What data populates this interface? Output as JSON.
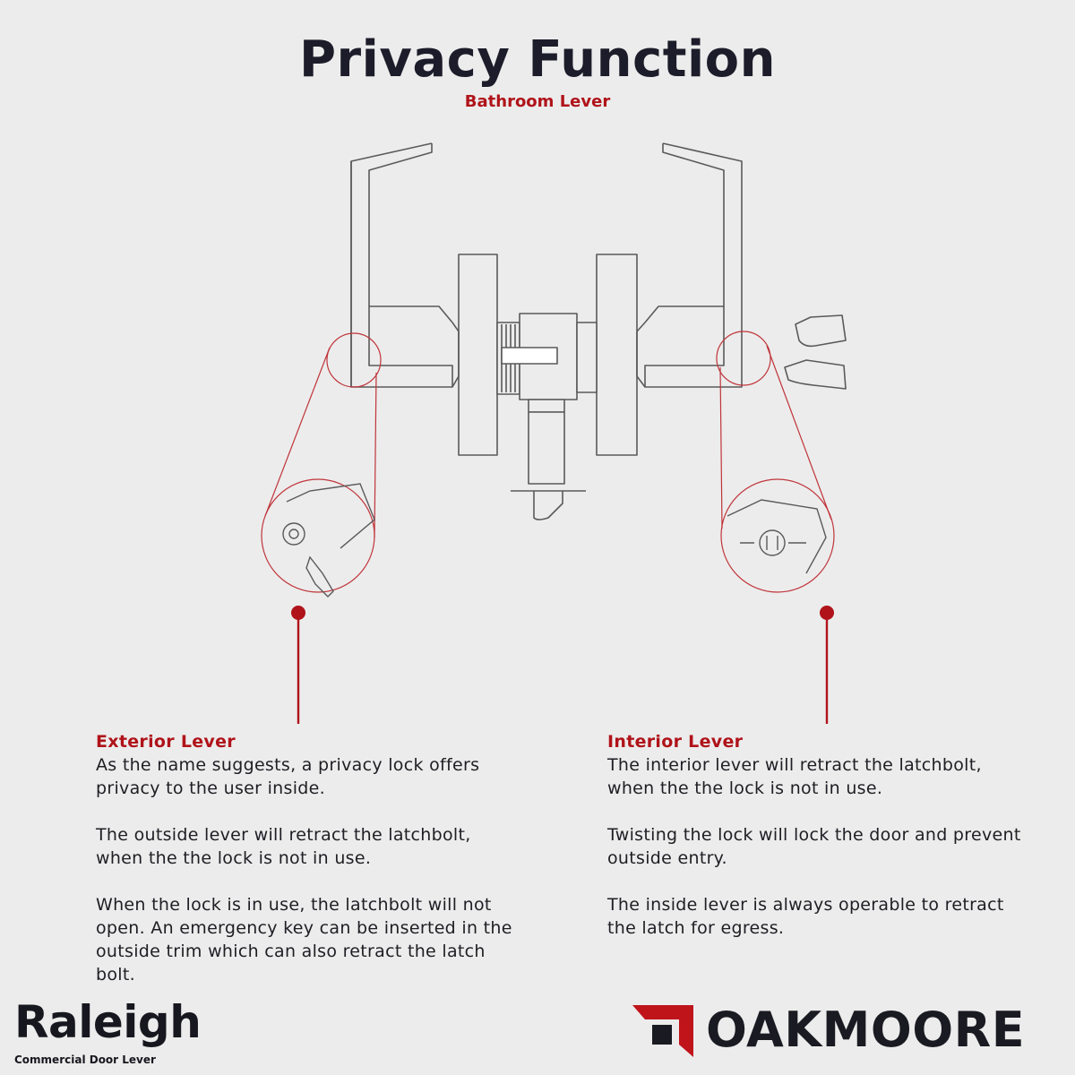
{
  "header": {
    "title": "Privacy Function",
    "subtitle": "Bathroom Lever"
  },
  "exterior": {
    "heading": "Exterior Lever",
    "paragraphs": [
      "As the name suggests, a privacy lock offers privacy to the user inside.",
      "The outside lever will retract the latchbolt, when the the lock is not in use.",
      "When the lock is in use, the latchbolt will not open. An emergency key can be inserted in the outside trim which can also retract the latch bolt."
    ]
  },
  "interior": {
    "heading": "Interior Lever",
    "paragraphs": [
      "The interior lever will retract the latchbolt, when the the lock is not in use.",
      "Twisting the lock will lock the door and prevent outside entry.",
      "The inside lever is always operable to retract the latch for egress."
    ]
  },
  "product": {
    "name": "Raleigh",
    "subtitle": "Commercial Door Lever"
  },
  "brand": {
    "name": "OAKMOORE",
    "logo_icon": "oakmoore-logo-icon"
  },
  "colors": {
    "accent": "#b0131a",
    "ink": "#1c1c2a",
    "line": "#555555",
    "background": "#ececec"
  }
}
